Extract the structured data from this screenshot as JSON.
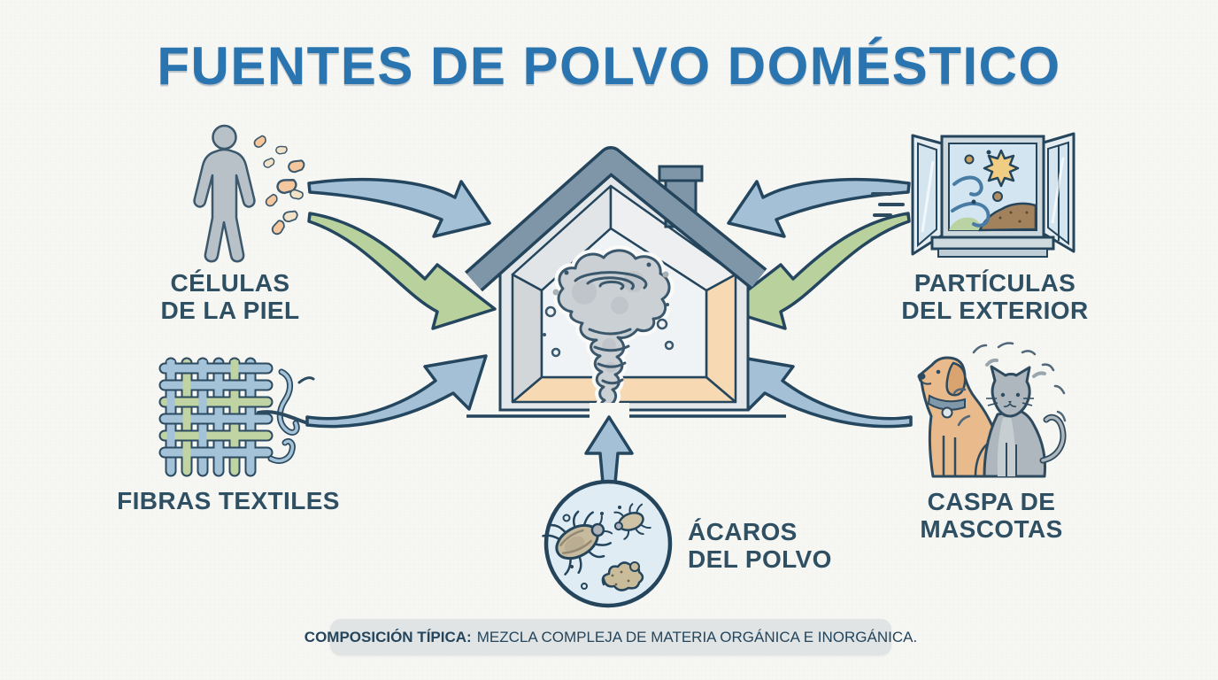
{
  "title": {
    "text": "FUENTES DE POLVO DOMÉSTICO"
  },
  "sources": {
    "skin_cells": {
      "line1": "CÉLULAS",
      "line2": "DE LA PIEL"
    },
    "textile_fibers": {
      "line1": "FIBRAS TEXTILES"
    },
    "outdoor_particles": {
      "line1": "PARTÍCULAS",
      "line2": "DEL EXTERIOR"
    },
    "pet_dander": {
      "line1": "CASPA DE",
      "line2": "MASCOTAS"
    },
    "dust_mites": {
      "line1": "ÁCAROS",
      "line2": "DEL POLVO"
    }
  },
  "footer": {
    "lead": "COMPOSICIÓN TÍPICA:",
    "body": "MEZCLA COMPLEJA DE MATERIA ORGÁNICA E INORGÁNICA."
  },
  "icons": {
    "center": "house-with-dust-swirl-icon",
    "skin_cells": "human-figure-shedding-skin-icon",
    "textile_fibers": "woven-fabric-icon",
    "outdoor_particles": "open-window-icon",
    "pet_dander": "dog-and-cat-icon",
    "dust_mites": "dust-mites-magnified-icon",
    "arrows": [
      "arrow-skin-upper",
      "arrow-skin-lower",
      "arrow-fibers",
      "arrow-exterior-upper",
      "arrow-exterior-lower",
      "arrow-pets",
      "arrow-mites"
    ]
  },
  "colors": {
    "background": "#f6f6f3",
    "title_blue": "#2a74b0",
    "label_navy": "#2f4f63",
    "outline_navy": "#24455c",
    "arrow_blue": "#a3c0d6",
    "arrow_green": "#b9d29d",
    "roof_slate": "#7e96a8",
    "wall_peach": "#f7d9b3",
    "dust_gray": "#cbd0d4",
    "skin_flake_peach": "#f6c79c",
    "skin_flake_cream": "#f2e2c8",
    "dog_tan": "#e9ba8c",
    "cat_gray": "#aeb7bd",
    "thread_blue": "#a5c3d8",
    "thread_green": "#c0d3a2",
    "footer_pill_bg": "#e0e4e5"
  }
}
